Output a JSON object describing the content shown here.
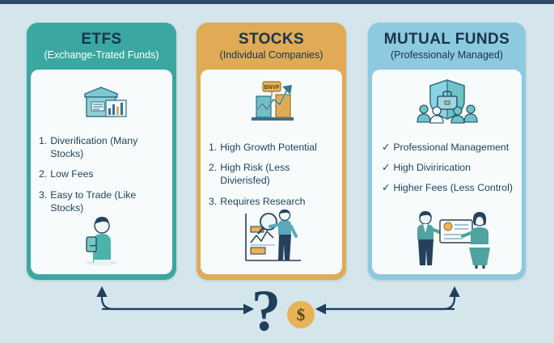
{
  "theme": {
    "background": "#d4e5ec",
    "top_strip": "#2b4a63",
    "etf_accent": "#3aa8a0",
    "stocks_accent": "#e0ab54",
    "mutual_accent": "#8dc9df",
    "text_dark": "#17344e",
    "arrow_color": "#1d3f5c",
    "coin_color": "#e8b357"
  },
  "cards": [
    {
      "id": "etfs",
      "title": "ETFS",
      "subtitle": "(Exchange-Trated Funds)",
      "top_icon": "basket-chart-icon",
      "bottom_icon": "person-with-phone-icon",
      "items": [
        {
          "marker": "1.",
          "text": "Diverification (Many Stocks)"
        },
        {
          "marker": "2.",
          "text": "Low Fees"
        },
        {
          "marker": "3.",
          "text": "Easy to Trade (Like Stocks)"
        }
      ]
    },
    {
      "id": "stocks",
      "title": "STOCKS",
      "subtitle": "(Individual Companies)",
      "top_icon": "growth-chart-arrow-icon",
      "bottom_icon": "person-with-magnifier-icon",
      "items": [
        {
          "marker": "1.",
          "text": "High Growth Potential"
        },
        {
          "marker": "2.",
          "text": "High Risk (Less Divierisfed)"
        },
        {
          "marker": "3.",
          "text": "Requires Research"
        }
      ]
    },
    {
      "id": "mutual",
      "title": "MUTUAL FUNDS",
      "subtitle": "(Professionaly Managed)",
      "top_icon": "shield-briefcase-people-icon",
      "bottom_icon": "advisor-client-document-icon",
      "items": [
        {
          "marker": "✓",
          "text": "Professional Management"
        },
        {
          "marker": "✓",
          "text": "High Divirirication"
        },
        {
          "marker": "✓",
          "text": "Higher Fees (Less Control)"
        }
      ]
    }
  ],
  "footer": {
    "question_mark": "?",
    "coin_symbol": "$"
  }
}
